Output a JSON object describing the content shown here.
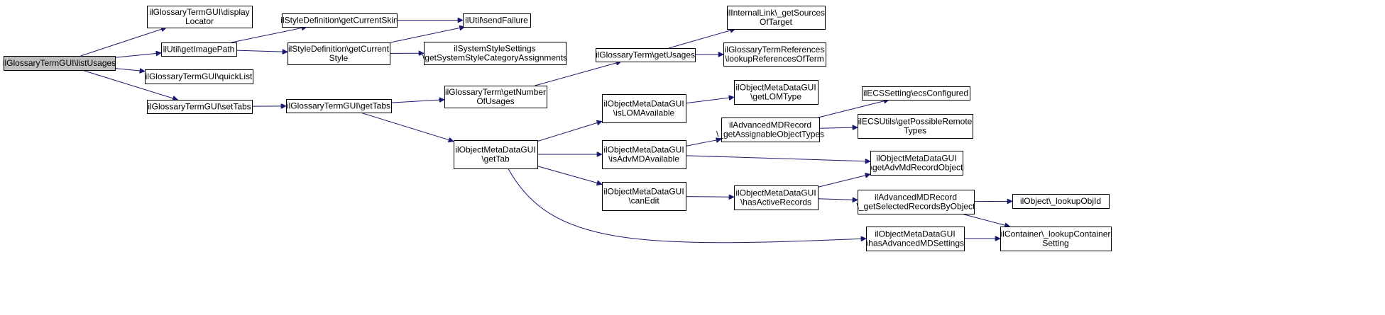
{
  "colors": {
    "edge": "#191970",
    "root_fill": "#bfbfbf",
    "node_fill": "#ffffff",
    "border": "#000000"
  },
  "nodes": {
    "listUsages": [
      "ilGlossaryTermGUI\\listUsages"
    ],
    "displayLocator": [
      "ilGlossaryTermGUI\\display",
      "Locator"
    ],
    "getImagePath": [
      "ilUtil\\getImagePath"
    ],
    "quickList": [
      "ilGlossaryTermGUI\\quickList"
    ],
    "setTabs": [
      "ilGlossaryTermGUI\\setTabs"
    ],
    "getCurrentSkin": [
      "ilStyleDefinition\\getCurrentSkin"
    ],
    "getCurrentStyle": [
      "ilStyleDefinition\\getCurrent",
      "Style"
    ],
    "guiGetTabs": [
      "ilGlossaryTermGUI\\getTabs"
    ],
    "sendFailure": [
      "ilUtil\\sendFailure"
    ],
    "sysStyle": [
      "ilSystemStyleSettings",
      "\\getSystemStyleCategoryAssignments"
    ],
    "getNumberOfUsages": [
      "ilGlossaryTerm\\getNumber",
      "OfUsages"
    ],
    "mdGetTab": [
      "ilObjectMetaDataGUI",
      "\\getTab"
    ],
    "termGetUsages": [
      "ilGlossaryTerm\\getUsages"
    ],
    "isLOMAvailable": [
      "ilObjectMetaDataGUI",
      "\\isLOMAvailable"
    ],
    "isAdvMDAvailable": [
      "ilObjectMetaDataGUI",
      "\\isAdvMDAvailable"
    ],
    "canEdit": [
      "ilObjectMetaDataGUI",
      "\\canEdit"
    ],
    "getSourcesOfTarget": [
      "ilInternalLink\\_getSources",
      "OfTarget"
    ],
    "lookupReferencesOfTerm": [
      "ilGlossaryTermReferences",
      "\\lookupReferencesOfTerm"
    ],
    "getLOMType": [
      "ilObjectMetaDataGUI",
      "\\getLOMType"
    ],
    "getAssignableObjectTypes": [
      "ilAdvancedMDRecord",
      "\\_getAssignableObjectTypes"
    ],
    "hasActiveRecords": [
      "ilObjectMetaDataGUI",
      "\\hasActiveRecords"
    ],
    "hasAdvancedMDSettings": [
      "ilObjectMetaDataGUI",
      "\\hasAdvancedMDSettings"
    ],
    "ecsConfigured": [
      "ilECSSetting\\ecsConfigured"
    ],
    "getPossibleRemoteTypes": [
      "ilECSUtils\\getPossibleRemote",
      "Types"
    ],
    "getAdvMdRecordObject": [
      "ilObjectMetaDataGUI",
      "\\getAdvMdRecordObject"
    ],
    "getSelectedRecordsByObject": [
      "ilAdvancedMDRecord",
      "\\_getSelectedRecordsByObject"
    ],
    "lookupObjId": [
      "ilObject\\_lookupObjId"
    ],
    "lookupContainerSetting": [
      "ilContainer\\_lookupContainer",
      "Setting"
    ]
  }
}
